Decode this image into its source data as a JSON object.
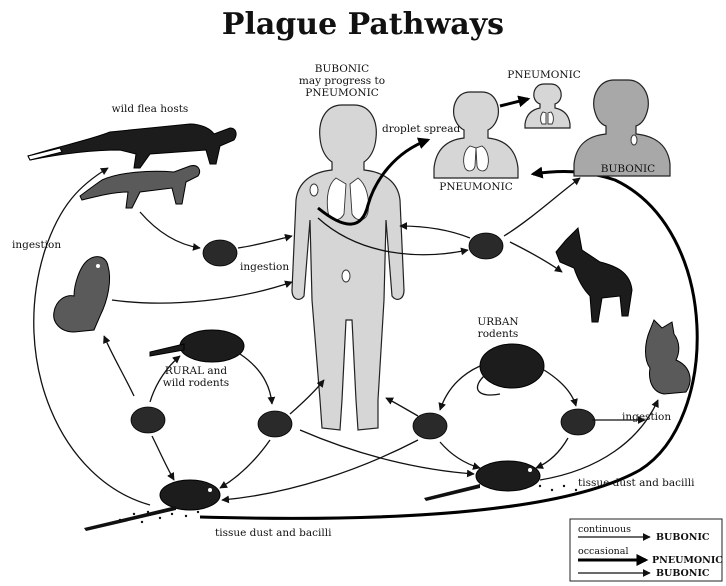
{
  "title": "Plague Pathways",
  "labels": {
    "wild_flea_hosts": "wild flea hosts",
    "ingestion_left": "ingestion",
    "ingestion_center": "ingestion",
    "ingestion_right": "ingestion",
    "bubonic_progress_1": "BUBONIC",
    "bubonic_progress_2": "may progress to",
    "bubonic_progress_3": "PNEUMONIC",
    "droplet_spread": "droplet spread",
    "pneumonic_top": "PNEUMONIC",
    "pneumonic_bottom": "PNEUMONIC",
    "bubonic_right": "BUBONIC",
    "rural_1": "RURAL and",
    "rural_2": "wild rodents",
    "urban_1": "URBAN",
    "urban_2": "rodents",
    "tissue_dust_right": "tissue dust and bacilli",
    "tissue_dust_bottom": "tissue dust and bacilli"
  },
  "legend": {
    "continuous": "continuous",
    "continuous_target": "BUBONIC",
    "occasional": "occasional",
    "occasional_target_1": "PNEUMONIC",
    "occasional_target_2": "BUBONIC"
  }
}
